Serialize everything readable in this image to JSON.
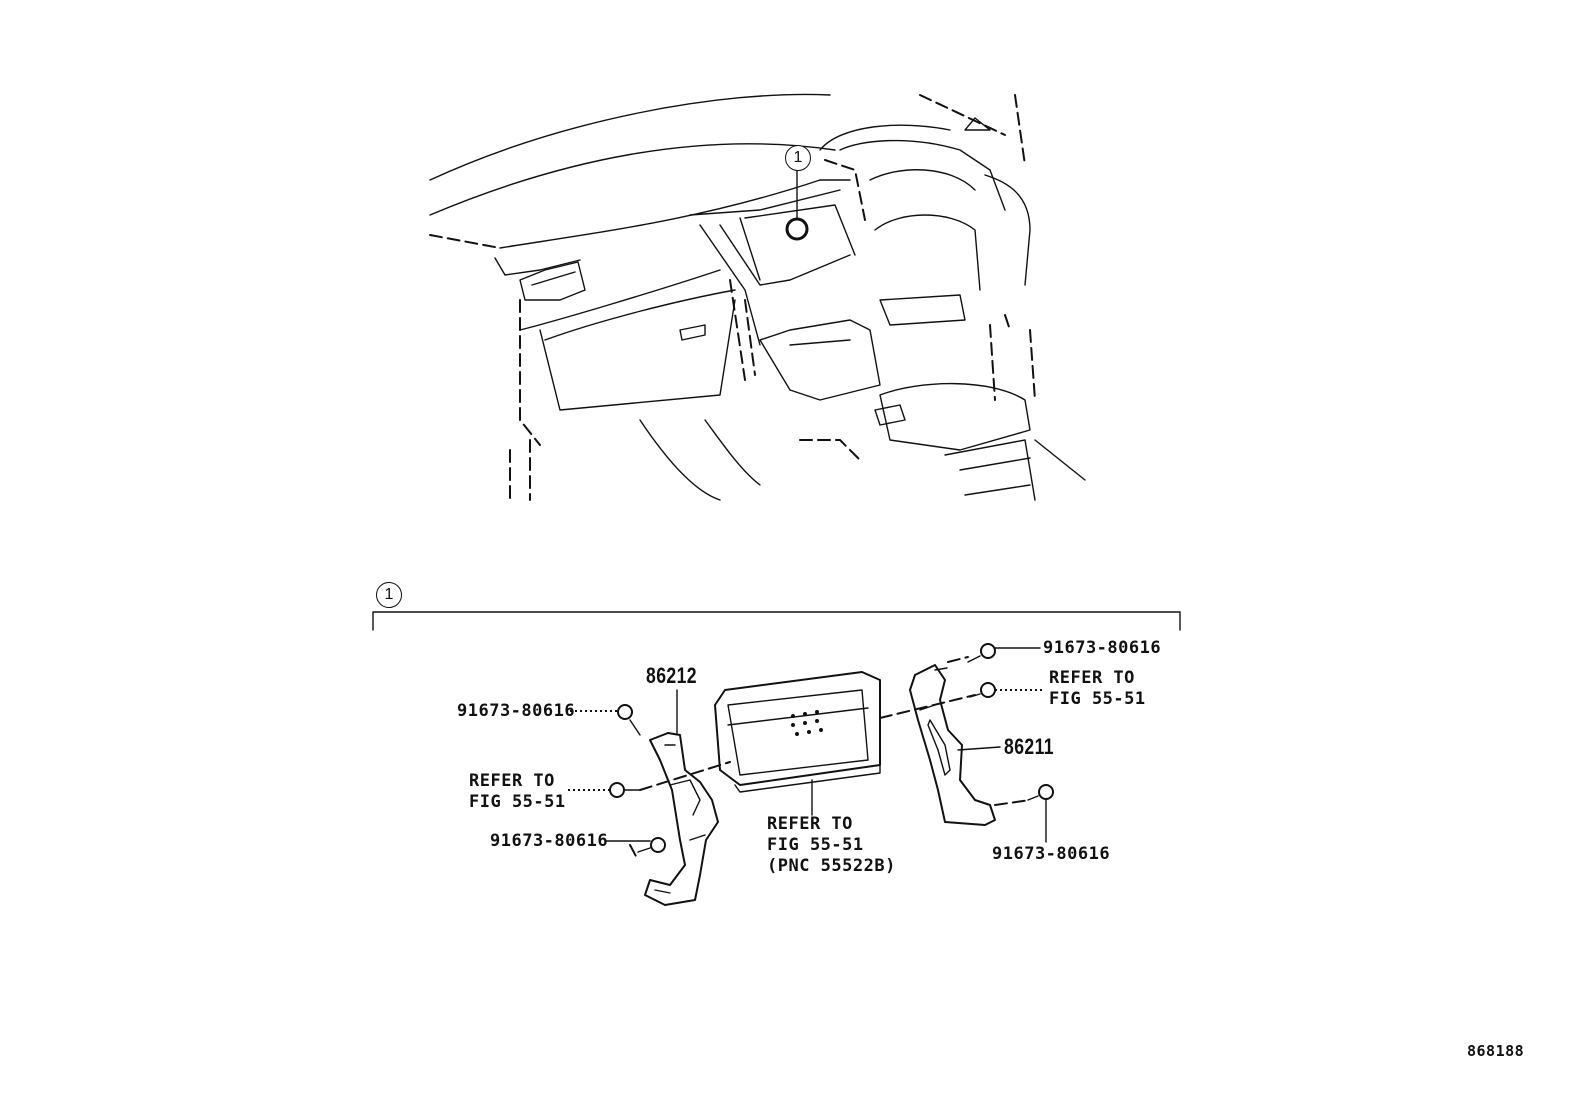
{
  "callouts": {
    "car_view_ref": "1",
    "detail_ref": "1"
  },
  "labels": {
    "part_86212": "86212",
    "part_86211": "86211",
    "bolt_left_top": "91673-80616",
    "bolt_left_bottom": "91673-80616",
    "bolt_right_top": "91673-80616",
    "bolt_right_bottom": "91673-80616",
    "refer_left_line1": "REFER TO",
    "refer_left_line2": "FIG 55-51",
    "refer_right_line1": "REFER TO",
    "refer_right_line2": "FIG 55-51",
    "refer_center_line1": "REFER TO",
    "refer_center_line2": "FIG 55-51",
    "refer_center_line3": "(PNC 55522B)"
  },
  "diagram_id": "868188"
}
